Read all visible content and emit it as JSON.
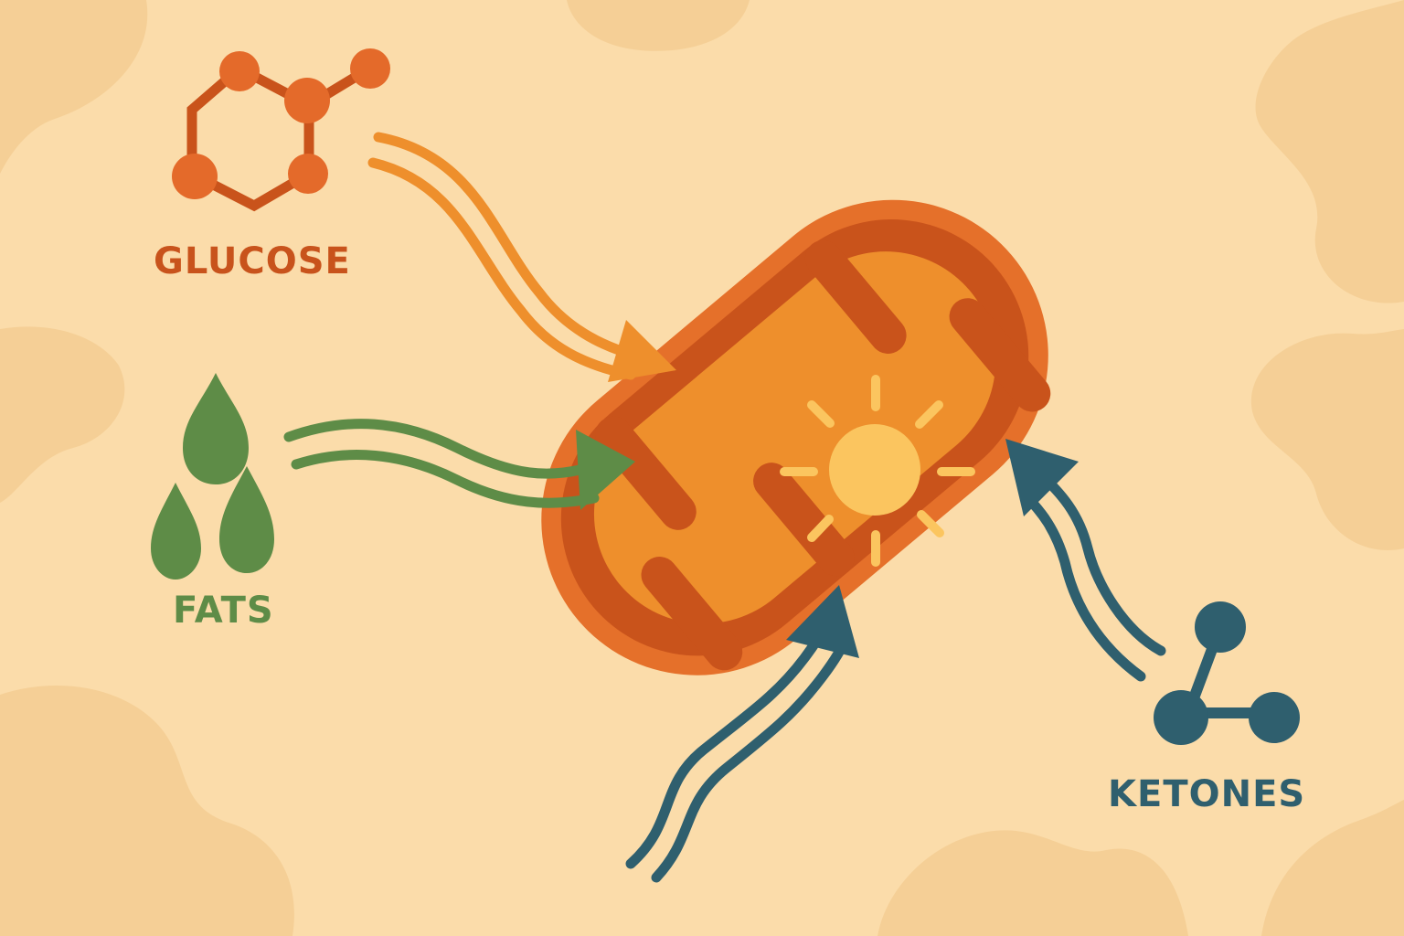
{
  "diagram": {
    "subject": "mitochondrion",
    "center_icon": "sun-icon",
    "inputs": [
      {
        "label": "GLUCOSE",
        "icon": "molecule-hexagon-icon",
        "color": "#e46a2a"
      },
      {
        "label": "FATS",
        "icon": "fat-droplets-icon",
        "color": "#5e8c47"
      },
      {
        "label": "KETONES",
        "icon": "ketone-molecule-icon",
        "color": "#2f5f6e"
      }
    ]
  },
  "colors": {
    "background": "#fbdcaa",
    "background_blobs": "#f5cf96",
    "membrane_outer": "#e5702a",
    "membrane_inner": "#c9531b",
    "matrix": "#ee8f2c",
    "sun": "#fbc55f",
    "glucose": "#e46a2a",
    "glucose_arrow": "#ee8f2c",
    "fats": "#5e8c47",
    "ketones": "#2f5f6e"
  }
}
